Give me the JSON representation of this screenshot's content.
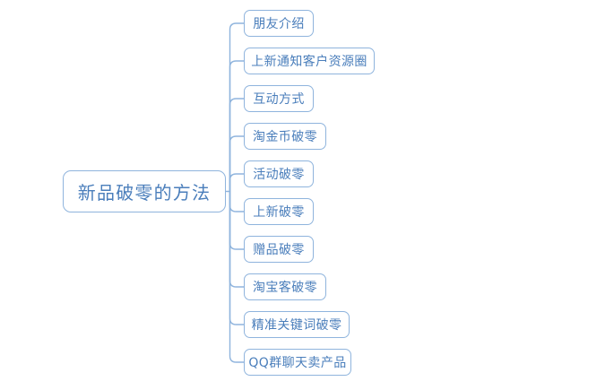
{
  "diagram": {
    "type": "mind-map",
    "orientation": "left-root-right-branches",
    "colors": {
      "node_border": "#8fb4dd",
      "node_text": "#4a7ebb",
      "node_fill": "#ffffff",
      "connector_line": "#8fb4dd",
      "canvas_background": "#ffffff"
    },
    "root": {
      "label": "新品破零的方法"
    },
    "branches": [
      {
        "label": "朋友介绍"
      },
      {
        "label": "上新通知客户资源圈"
      },
      {
        "label": "互动方式"
      },
      {
        "label": "淘金币破零"
      },
      {
        "label": "活动破零"
      },
      {
        "label": "上新破零"
      },
      {
        "label": "赠品破零"
      },
      {
        "label": "淘宝客破零"
      },
      {
        "label": "精准关键词破零"
      },
      {
        "label": "QQ群聊天卖产品"
      }
    ]
  }
}
